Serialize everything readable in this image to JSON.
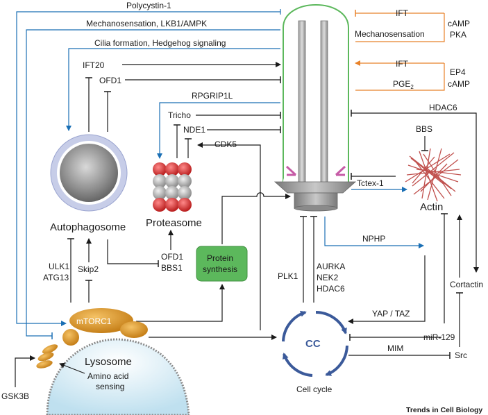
{
  "labels": {
    "polycystin": "Polycystin-1",
    "mechano_lkb1": "Mechanosensation, LKB1/AMPK",
    "cilia_formation": "Cilia formation, Hedgehog signaling",
    "ift20": "IFT20",
    "ofd1_top": "OFD1",
    "rpgrip1l": "RPGRIP1L",
    "tricho": "Tricho",
    "nde1": "NDE1",
    "cdk5": "CDK5",
    "hdac6_top": "HDAC6",
    "bbs": "BBS",
    "tctex1": "Tctex-1",
    "actin": "Actin",
    "nphp": "NPHP",
    "autophagosome": "Autophagosome",
    "proteasome": "Proteasome",
    "ulk1": "ULK1",
    "atg13": "ATG13",
    "skip2": "Skip2",
    "ofd1_mid": "OFD1",
    "bbs1": "BBS1",
    "protein_synthesis_1": "Protein",
    "protein_synthesis_2": "synthesis",
    "plk1": "PLK1",
    "aurka": "AURKA",
    "nek2": "NEK2",
    "hdac6_mid": "HDAC6",
    "cortactin": "Cortactin",
    "yap_taz": "YAP / TAZ",
    "mir129": "miR-129",
    "mim": "MIM",
    "src": "Src",
    "mtorc1": "mTORC1",
    "lysosome": "Lysosome",
    "amino_1": "Amino acid",
    "amino_2": "sensing",
    "gsk3b": "GSK3B",
    "cc": "CC",
    "cell_cycle": "Cell cycle",
    "right_ift_1": "IFT",
    "right_mechano": "Mechanosensation",
    "camp_1": "cAMP",
    "pka": "PKA",
    "right_ift_2": "IFT",
    "ep4": "EP4",
    "pge": "PGE",
    "pge_sub": "2",
    "camp_2": "cAMP",
    "footer": "Trends in Cell Biology"
  },
  "colors": {
    "blue": "#1a6fb5",
    "orange": "#e8822a",
    "black": "#1a1a1a",
    "cilium_outline": "#5cb85c",
    "green_box": "#5cb85c",
    "cell_cycle_blue": "#3b5a9a",
    "actin_red": "#c0504d",
    "mtorc_orange": "#e09a2a",
    "proteasome_red": "#d93a3a",
    "proteasome_grey": "#a8a8a8"
  }
}
